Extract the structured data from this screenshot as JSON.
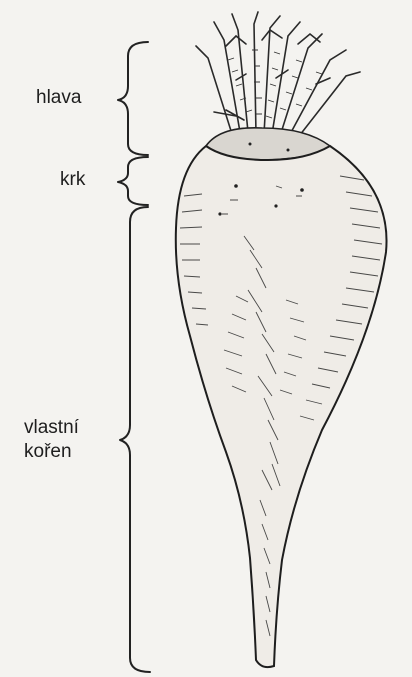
{
  "diagram": {
    "labels": {
      "head": "hlava",
      "neck": "krk",
      "root_line1": "vlastní",
      "root_line2": "kořen"
    }
  }
}
